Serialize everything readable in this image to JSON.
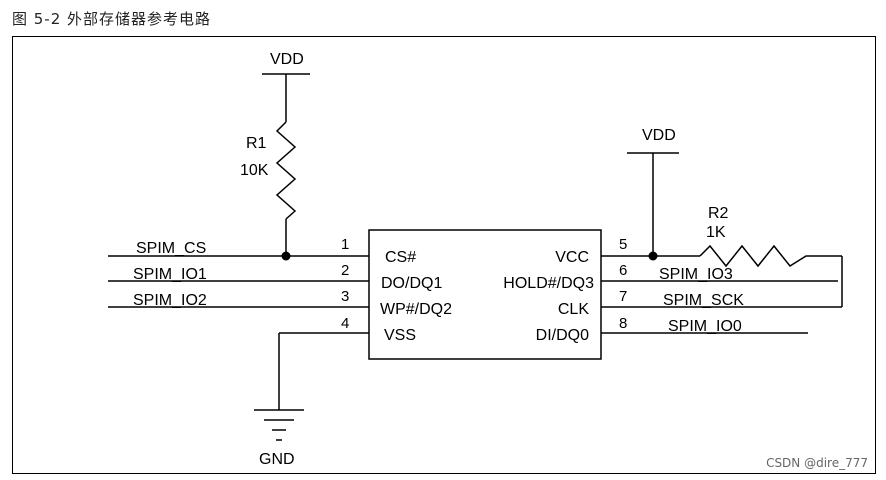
{
  "caption": "图 5-2 外部存储器参考电路",
  "watermark": "CSDN @dire_777",
  "supply": {
    "vdd_left": "VDD",
    "vdd_right": "VDD",
    "gnd": "GND"
  },
  "resistors": {
    "r1": {
      "name": "R1",
      "value": "10K"
    },
    "r2": {
      "name": "R2",
      "value": "1K"
    }
  },
  "chip": {
    "left_pins": [
      {
        "num": "1",
        "label": "CS#",
        "net": "SPIM_CS"
      },
      {
        "num": "2",
        "label": "DO/DQ1",
        "net": "SPIM_IO1"
      },
      {
        "num": "3",
        "label": "WP#/DQ2",
        "net": "SPIM_IO2"
      },
      {
        "num": "4",
        "label": "VSS",
        "net": ""
      }
    ],
    "right_pins": [
      {
        "num": "5",
        "label": "VCC",
        "net": ""
      },
      {
        "num": "6",
        "label": "HOLD#/DQ3",
        "net": "SPIM_IO3"
      },
      {
        "num": "7",
        "label": "CLK",
        "net": "SPIM_SCK"
      },
      {
        "num": "8",
        "label": "DI/DQ0",
        "net": "SPIM_IO0"
      }
    ]
  }
}
